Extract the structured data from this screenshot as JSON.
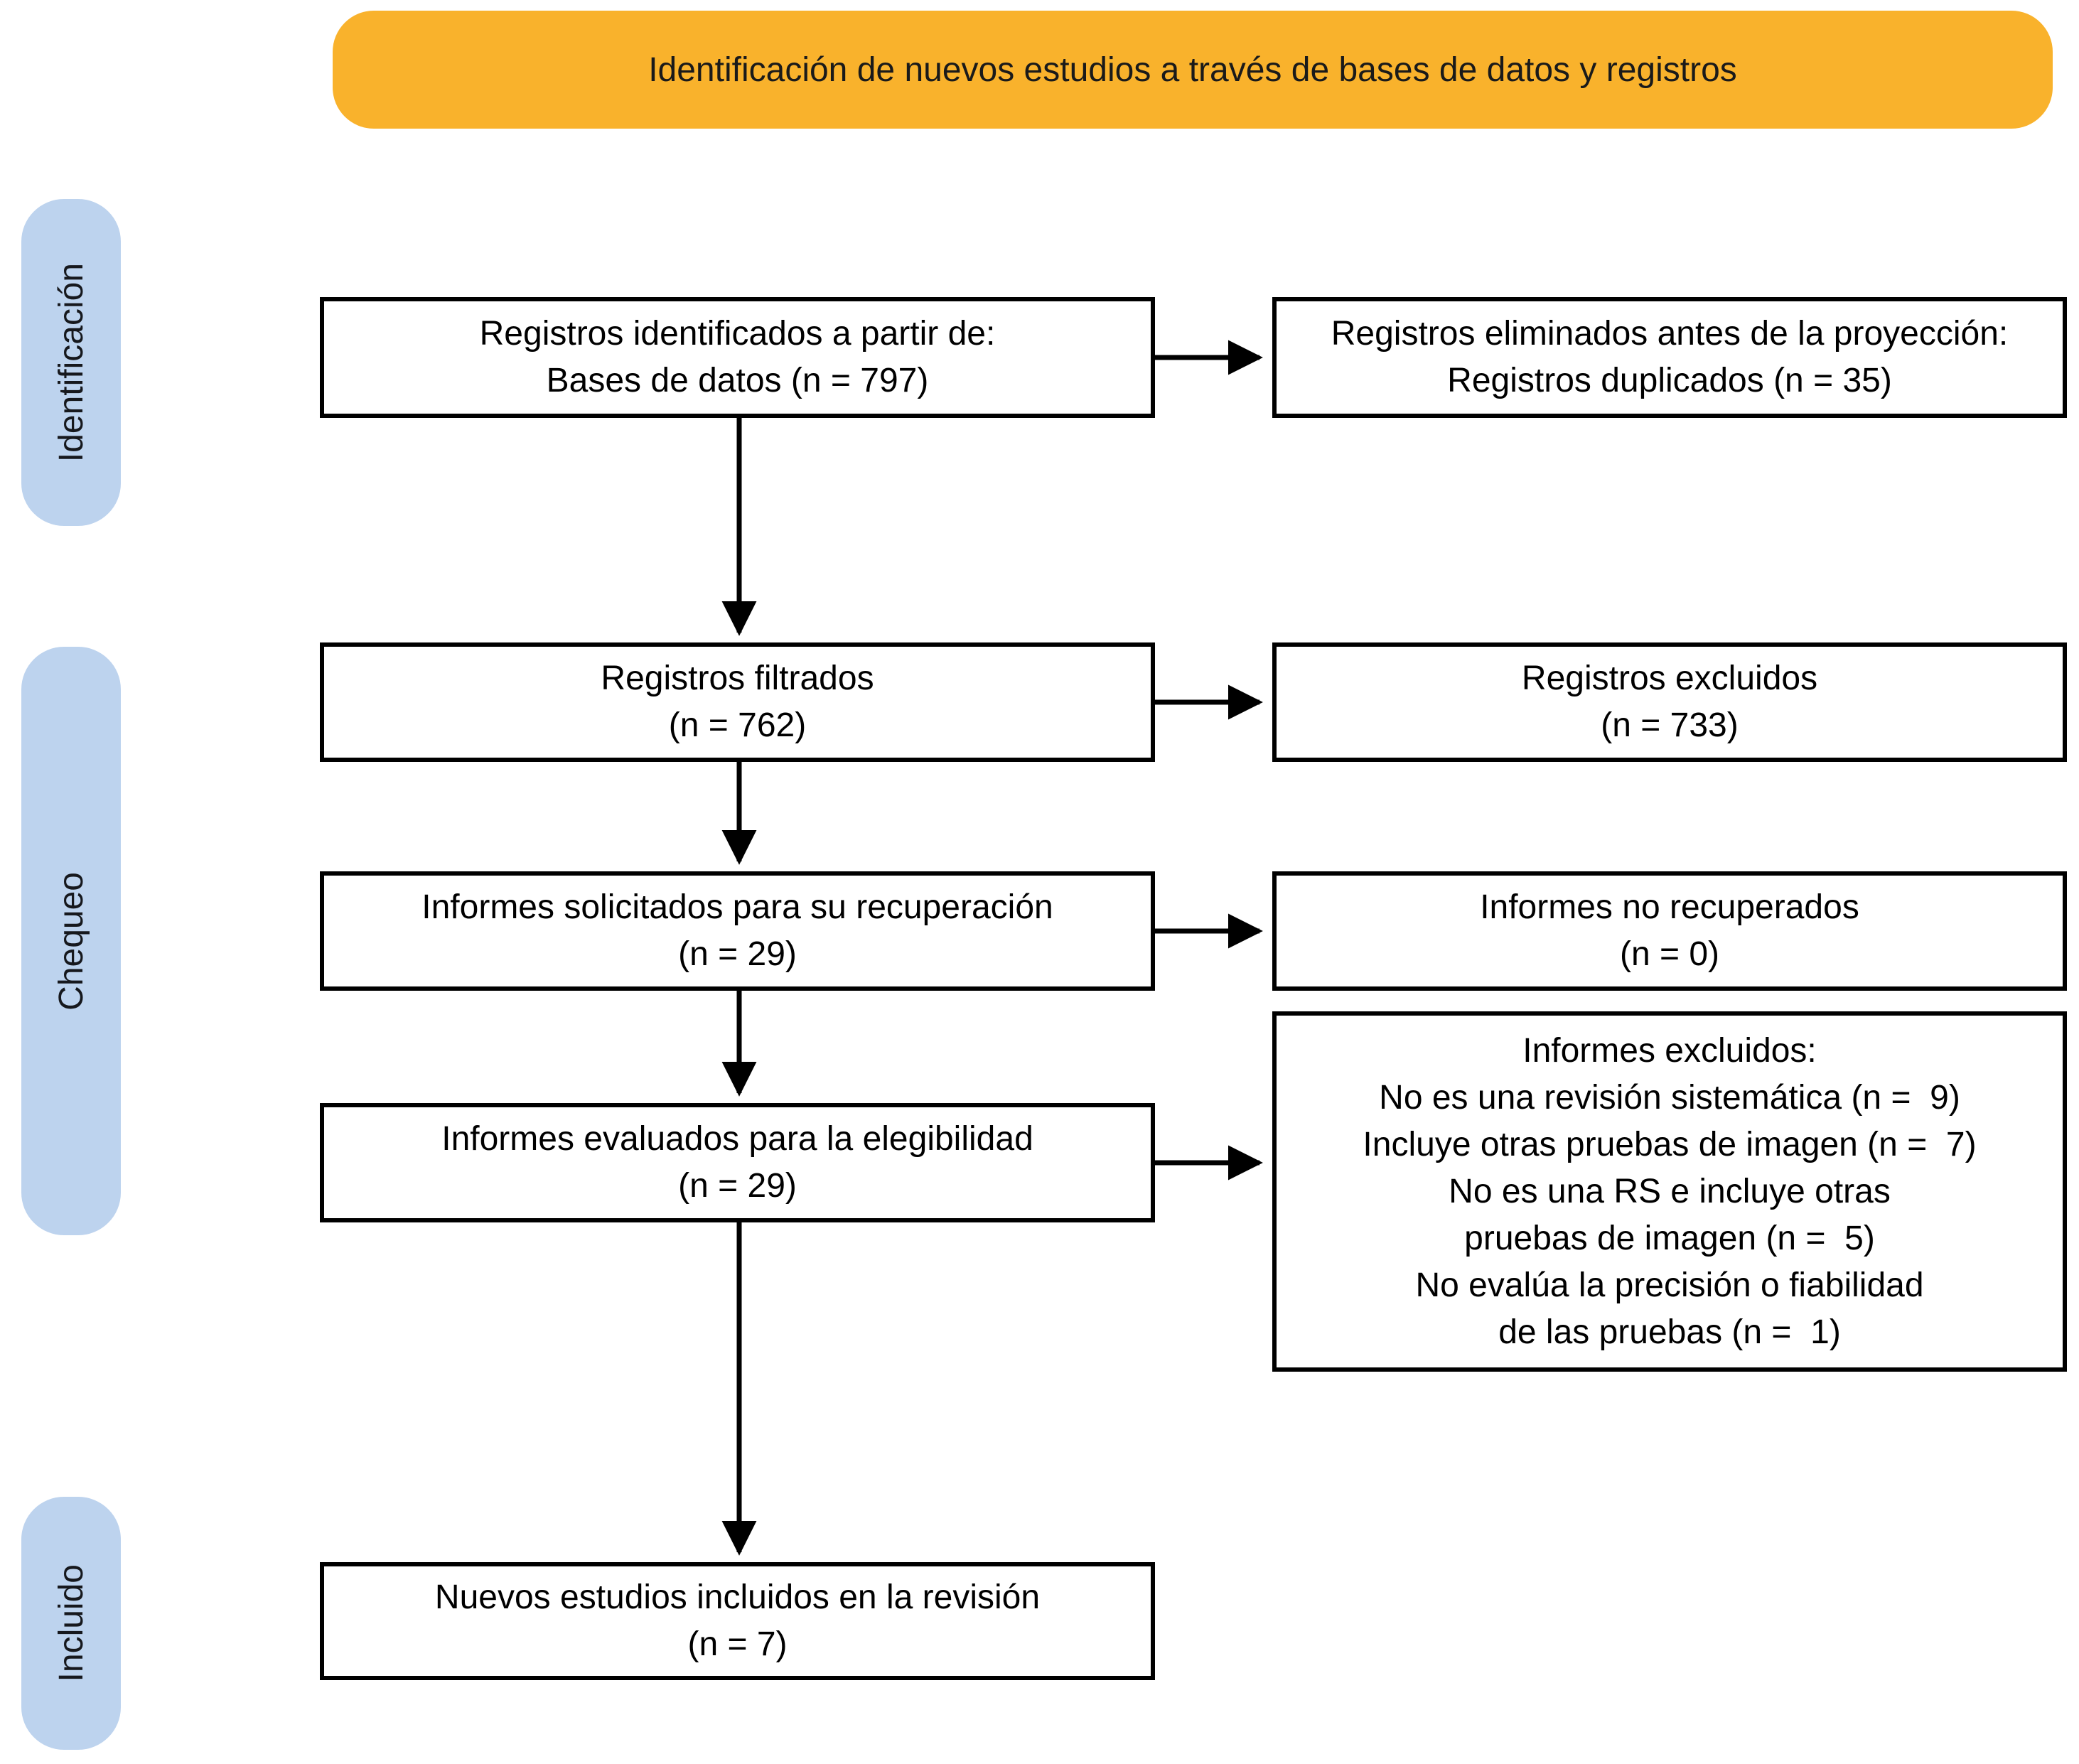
{
  "banner": {
    "title": "Identificación de nuevos estudios a través de bases de datos y registros",
    "bg_color": "#F9B22C"
  },
  "stages": {
    "bg_color": "#BDD3EE",
    "items": [
      {
        "label": "Identificación"
      },
      {
        "label": "Chequeo"
      },
      {
        "label": "Incluido"
      }
    ]
  },
  "boxes": {
    "identified": "Registros identificados a partir de:\nBases de datos (n = 797)",
    "removed_before_screening": "Registros eliminados antes de la proyección:\nRegistros duplicados (n = 35)",
    "screened": "Registros filtrados\n(n = 762)",
    "records_excluded": "Registros excluidos\n(n = 733)",
    "reports_sought": "Informes solicitados para su recuperación\n(n = 29)",
    "reports_not_retrieved": "Informes no recuperados\n(n = 0)",
    "reports_assessed": "Informes evaluados para la elegibilidad\n(n = 29)",
    "reports_excluded": "Informes excluidos:\nNo es una revisión sistemática (n =  9)\nIncluye otras pruebas de imagen (n =  7)\nNo es una RS e incluye otras\npruebas de imagen (n =  5)\nNo evalúa la precisión o fiabilidad\nde las pruebas (n =  1)",
    "included": "Nuevos estudios incluidos en la revisión\n(n = 7)"
  },
  "arrow_color": "#000000"
}
